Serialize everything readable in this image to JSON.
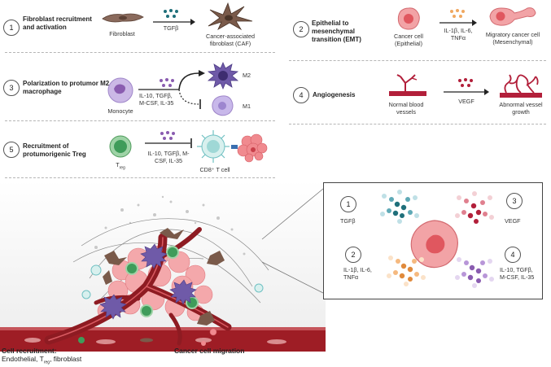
{
  "panels": {
    "p1": {
      "num": "1",
      "title": "Fibroblast recruitment and activation",
      "from": "Fibroblast",
      "factor": "TGFβ",
      "to": "Cancer-associated fibroblast (CAF)"
    },
    "p2": {
      "num": "2",
      "title": "Epithelial to mesenchymal transition (EMT)",
      "from": "Cancer cell (Epithelial)",
      "factor": "IL-1β, IL-6, TNFα",
      "to": "Migratory cancer cell (Mesenchymal)"
    },
    "p3": {
      "num": "3",
      "title": "Polarization to protumor M2 macrophage",
      "from": "Monocyte",
      "factor": "IL-10, TGFβ, M-CSF, IL-35",
      "to_a": "M2",
      "to_b": "M1"
    },
    "p4": {
      "num": "4",
      "title": "Angiogenesis",
      "from": "Normal blood vessels",
      "factor": "VEGF",
      "to": "Abnormal vessel growth"
    },
    "p5": {
      "num": "5",
      "title": "Recruitment of protumorigenic Treg",
      "from_main": "T",
      "from_sub": "reg",
      "factor": "IL-10, TGFβ, M-CSF, IL-35",
      "to": "CD8⁺ T cell"
    }
  },
  "inset": {
    "items": [
      {
        "num": "1",
        "label": "TGFβ"
      },
      {
        "num": "2",
        "label": "IL-1β, IL-6, TNFα"
      },
      {
        "num": "3",
        "label": "VEGF"
      },
      {
        "num": "4",
        "label": "IL-10, TGFβ, M-CSF, IL-35"
      }
    ]
  },
  "bottom": {
    "left_title": "Cell recruitment:",
    "left_sub_a": "Endothelial, T",
    "left_sub_sub": "reg",
    "left_sub_b": ", fibroblast",
    "right_title": "Cancer cell migration"
  },
  "colors": {
    "teal": "#1f6f7a",
    "orange": "#f0a860",
    "purple": "#8a5cb0",
    "crimson": "#b21f3a",
    "vessel": "#8e1b22",
    "caf": "#7a5a4a",
    "pink": "#f07f86",
    "green": "#3f9c5a"
  }
}
